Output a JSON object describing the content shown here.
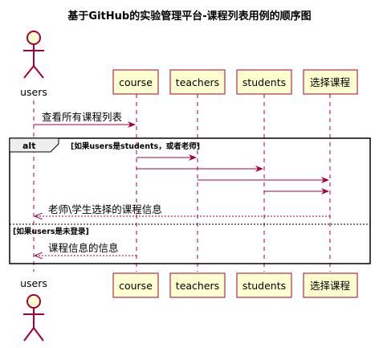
{
  "title": "基于GitHub的实验管理平台-课程列表用例的顺序图",
  "participants": {
    "users": "users",
    "course": "course",
    "teachers": "teachers",
    "students": "students",
    "select_course": "选择课程"
  },
  "messages": {
    "m1": "查看所有课程列表",
    "m6": "老师\\学生选择的课程信息",
    "m7": "课程信息的信息"
  },
  "alt": {
    "keyword": "alt",
    "guard1": "[如果users是students，或者老师]",
    "guard2": "[如果users是未登录]"
  },
  "colors": {
    "line": "#A80036",
    "box_fill": "#FEFECE"
  }
}
